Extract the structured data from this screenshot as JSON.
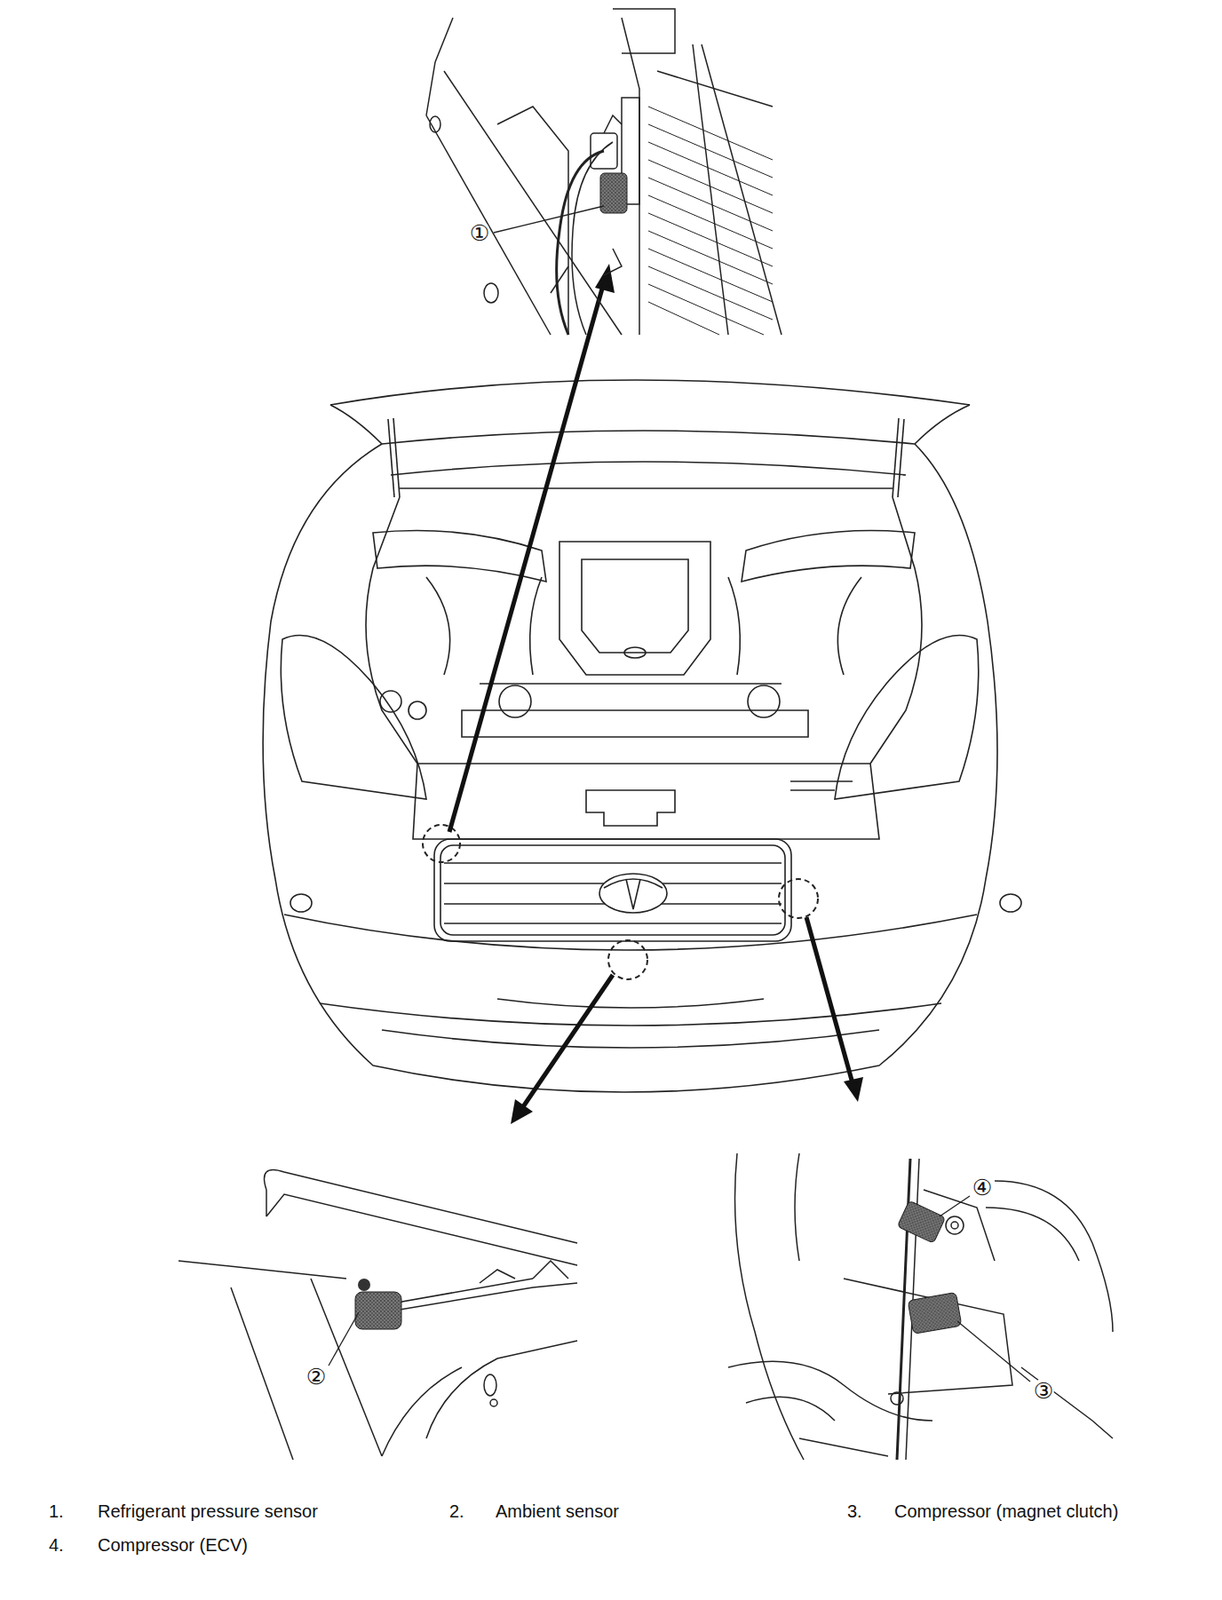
{
  "diagram": {
    "labels": [
      "①",
      "②",
      "④",
      "③",
      "1.",
      "Refrigerant pressure sensor",
      "2.",
      "Ambient sensor",
      "3.",
      "Compressor (magnet clutch)",
      "4.",
      "Compressor (ECV)"
    ]
  }
}
